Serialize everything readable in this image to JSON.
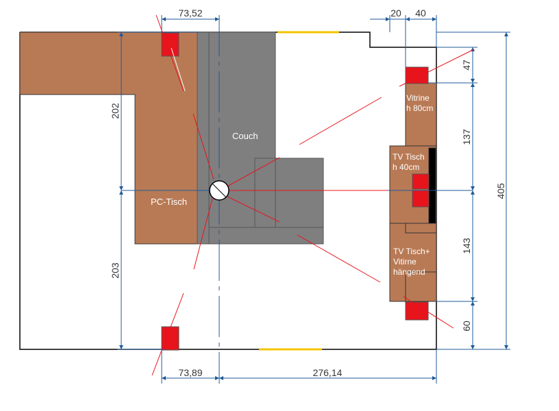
{
  "colors": {
    "wood": "#b87a55",
    "couch": "#7f7f7f",
    "speaker": "#e8141c",
    "dim_line": "#1f5a99",
    "ray": "#e8141c",
    "door": "#f5c400",
    "wall": "#000000"
  },
  "furniture": {
    "couch_label": "Couch",
    "desk_label": "PC-Tisch",
    "vitrine_label": "Vitrine\nh 80cm",
    "tv_table_label": "TV Tisch\nh 40cm",
    "tv_hanging_label": "TV Tisch+\nVitirne\nhängend"
  },
  "dimensions": {
    "top_a": "73,52",
    "top_b": "20",
    "top_c": "40",
    "left_upper": "202",
    "left_lower": "203",
    "right_1": "47",
    "right_2": "137",
    "right_3": "143",
    "right_4": "60",
    "right_total": "405",
    "bottom_a": "73,89",
    "bottom_b": "276,14"
  },
  "icons": {
    "listener": "listening-position-icon",
    "speaker": "speaker-icon"
  }
}
